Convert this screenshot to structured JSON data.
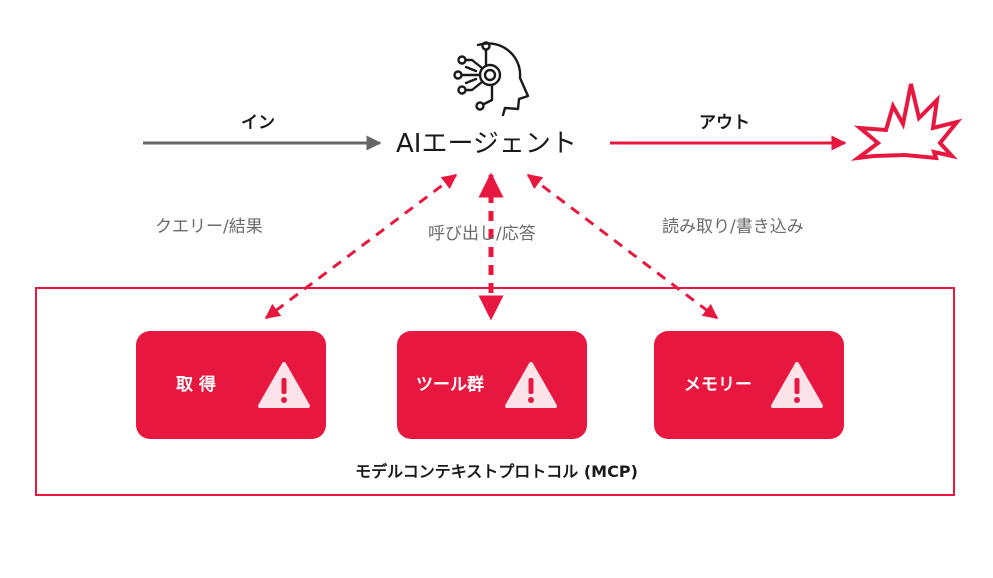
{
  "agent": {
    "label": "AIエージェント",
    "icon": "ai-head-circuit-icon"
  },
  "input_flow": {
    "label": "イン",
    "color": "#666666"
  },
  "output_flow": {
    "label": "アウト",
    "color": "#e8173f",
    "icon": "burst-icon"
  },
  "edges": {
    "left": "クエリー/結果",
    "center": "呼び出し/応答",
    "right": "読み取り/書き込み"
  },
  "components": [
    {
      "label": "取 得",
      "icon": "warning-icon"
    },
    {
      "label": "ツール群",
      "icon": "warning-icon"
    },
    {
      "label": "メモリー",
      "icon": "warning-icon"
    }
  ],
  "protocol": {
    "label": "モデルコンテキストプロトコル (MCP)"
  },
  "colors": {
    "accent": "#e8173f",
    "neutral": "#666666",
    "warning_fill": "#fbe3e9"
  }
}
